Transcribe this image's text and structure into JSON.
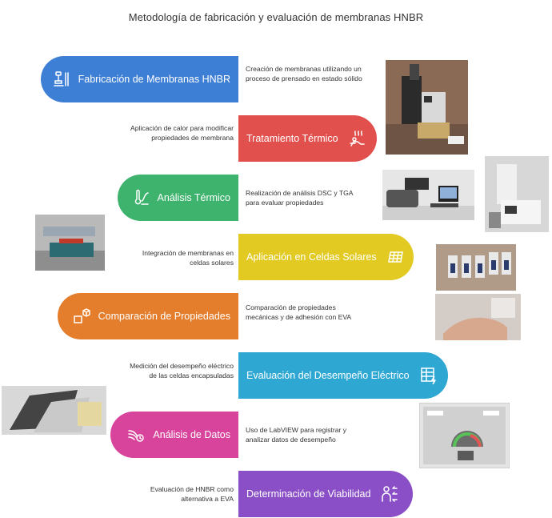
{
  "title": "Metodología de fabricación y evaluación de membranas HNBR",
  "steps": [
    {
      "label": "Fabricación de Membranas HNBR",
      "description": "Creación de membranas utilizando un proceso de prensado en estado sólido",
      "color": "#3e7fd6",
      "icon": "lab-press-icon"
    },
    {
      "label": "Tratamiento Térmico",
      "description": "Aplicación de calor para modificar propiedades de membrana",
      "color": "#e2504e",
      "icon": "heat-treatment-icon"
    },
    {
      "label": "Análisis Térmico",
      "description": "Realización de análisis DSC y TGA para evaluar propiedades",
      "color": "#3db36d",
      "icon": "thermometer-curve-icon"
    },
    {
      "label": "Aplicación en Celdas Solares",
      "description": "Integración de membranas en celdas solares",
      "color": "#e2ca23",
      "icon": "solar-panel-icon"
    },
    {
      "label": "Comparación de Propiedades",
      "description": "Comparación de propiedades mecánicas y de adhesión con EVA",
      "color": "#e57e2c",
      "icon": "comparison-boxes-icon"
    },
    {
      "label": "Evaluación del Desempeño Eléctrico",
      "description": "Medición del desempeño eléctrico de las celdas encapsuladas",
      "color": "#2ea8d3",
      "icon": "spreadsheet-bolt-icon"
    },
    {
      "label": "Análisis de Datos",
      "description": "Uso de LabVIEW para registrar y analizar datos de desempeño",
      "color": "#d8449c",
      "icon": "data-wind-icon"
    },
    {
      "label": "Determinación de Viabilidad",
      "description": "Evaluación de HNBR como alternativa a EVA",
      "color": "#8a4fc7",
      "icon": "decision-person-icon"
    }
  ]
}
